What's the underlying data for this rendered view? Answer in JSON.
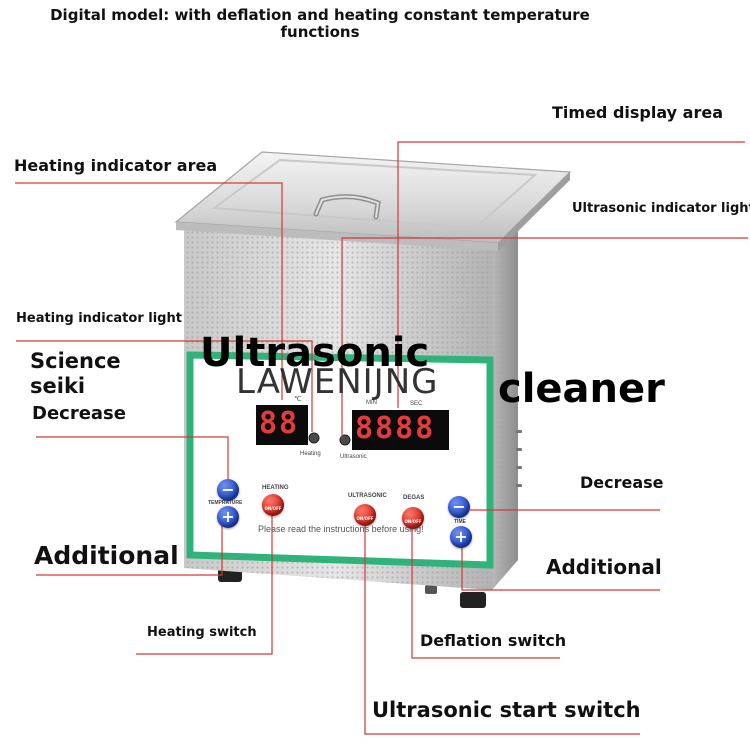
{
  "header": {
    "line1": "Digital model: with deflation and heating constant temperature",
    "line2": "functions"
  },
  "callouts": {
    "timed_display_area": "Timed display area",
    "heating_indicator_area": "Heating indicator area",
    "ultrasonic_indicator_light": "Ultrasonic indicator light",
    "heating_indicator_light": "Heating indicator light",
    "science_seiki_line1": "Science",
    "science_seiki_line2": "seiki",
    "decrease_left": "Decrease",
    "decrease_right": "Decrease",
    "additional_left": "Additional",
    "additional_right": "Additional",
    "heating_switch": "Heating switch",
    "deflation_switch": "Deflation switch",
    "ultrasonic_start_switch": "Ultrasonic start switch"
  },
  "overlay": {
    "title_word1": "Ultrasonic",
    "title_word2": "cleaner",
    "brand": "LAWENIJNG"
  },
  "panel": {
    "temp_display": "88",
    "temp_unit": "℃",
    "time_display": "8888",
    "min_label": "MIN",
    "sec_label": "SEC",
    "heating_small": "Heating",
    "ultrasonic_small": "Ultrasonic",
    "heating_label": "HEATING",
    "ultrasonic_label": "ULTRASONIC",
    "degas_label": "DEGAS",
    "temperature_label": "TEMPRATURE",
    "time_label": "TIME",
    "onoff": "ON/OFF",
    "notice": "Please read the instructions before using!",
    "minus": "−",
    "plus": "+"
  },
  "colors": {
    "leader_line": "#d23a36",
    "panel_border": "#2fb37a",
    "digit": "#e63b3b",
    "button_blue": "#1f46c9",
    "button_red": "#cf1d16"
  }
}
